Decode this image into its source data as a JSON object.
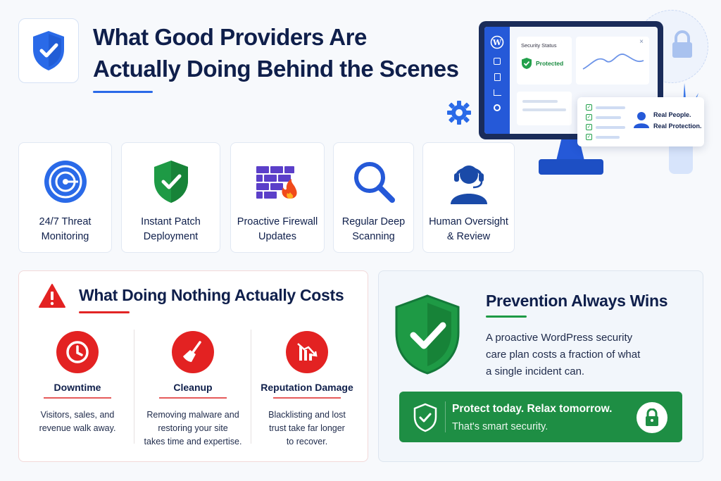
{
  "header": {
    "title_line1": "What Good Providers Are",
    "title_line2": "Actually Doing Behind the Scenes"
  },
  "illustration": {
    "status_label": "Security Status",
    "status_value": "Protected",
    "popup_line1": "Real People.",
    "popup_line2": "Real Protection."
  },
  "features": [
    {
      "line1": "24/7 Threat",
      "line2": "Monitoring",
      "icon": "radar-icon"
    },
    {
      "line1": "Instant Patch",
      "line2": "Deployment",
      "icon": "shield-check-icon"
    },
    {
      "line1": "Proactive Firewall",
      "line2": "Updates",
      "icon": "firewall-icon"
    },
    {
      "line1": "Regular Deep",
      "line2": "Scanning",
      "icon": "magnifier-icon"
    },
    {
      "line1": "Human Oversight",
      "line2": "& Review",
      "icon": "headset-person-icon"
    }
  ],
  "costs": {
    "title": "What Doing Nothing Actually Costs",
    "items": [
      {
        "heading": "Downtime",
        "line1": "Visitors, sales, and",
        "line2": "revenue walk away.",
        "line3": "",
        "icon": "clock-icon"
      },
      {
        "heading": "Cleanup",
        "line1": "Removing malware and",
        "line2": "restoring your site",
        "line3": "takes time and expertise.",
        "icon": "broom-icon"
      },
      {
        "heading": "Reputation Damage",
        "line1": "Blacklisting and lost",
        "line2": "trust take far longer",
        "line3": "to recover.",
        "icon": "declining-chart-icon"
      }
    ]
  },
  "prevention": {
    "title": "Prevention Always Wins",
    "body_line1": "A proactive WordPress security",
    "body_line2": "care plan costs a fraction of what",
    "body_line3": "a single incident can.",
    "cta_line1": "Protect today. Relax tomorrow.",
    "cta_line2": "That's smart security."
  },
  "colors": {
    "navy": "#0f1f4b",
    "blue": "#2a6ae8",
    "red": "#e32222",
    "green": "#1e8e44"
  }
}
